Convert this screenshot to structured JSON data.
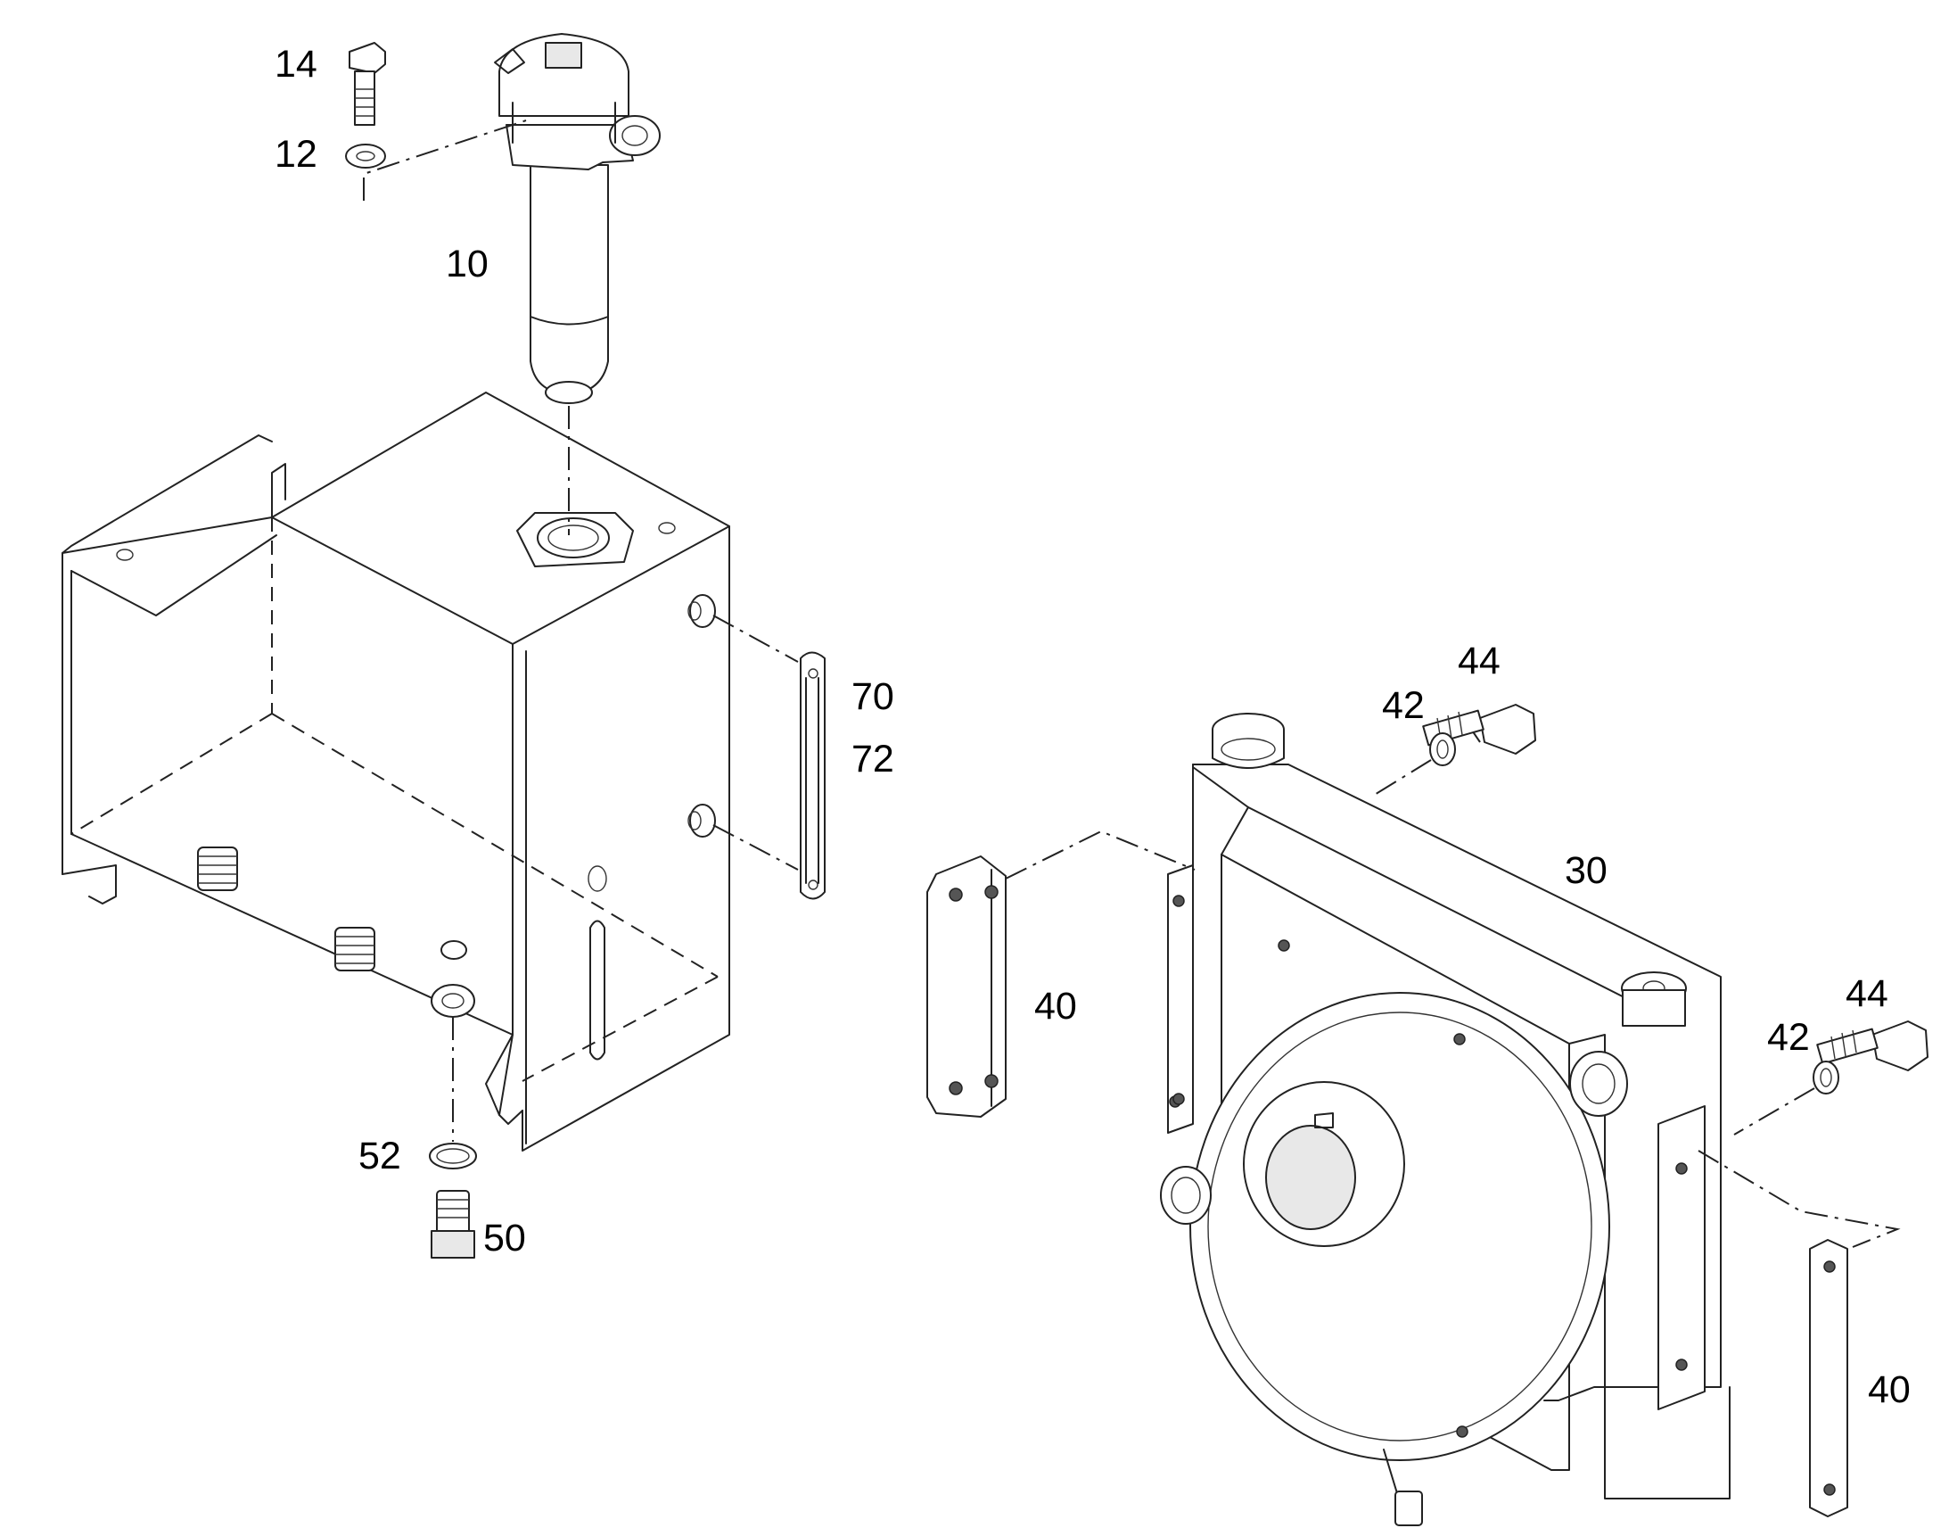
{
  "callouts": {
    "c14": "14",
    "c12": "12",
    "c10": "10",
    "c70": "70",
    "c72": "72",
    "c52": "52",
    "c50": "50",
    "c44a": "44",
    "c42a": "42",
    "c30": "30",
    "c40a": "40",
    "c44b": "44",
    "c42b": "42",
    "c40b": "40"
  },
  "colors": {
    "line": "#222222",
    "background": "#ffffff"
  }
}
